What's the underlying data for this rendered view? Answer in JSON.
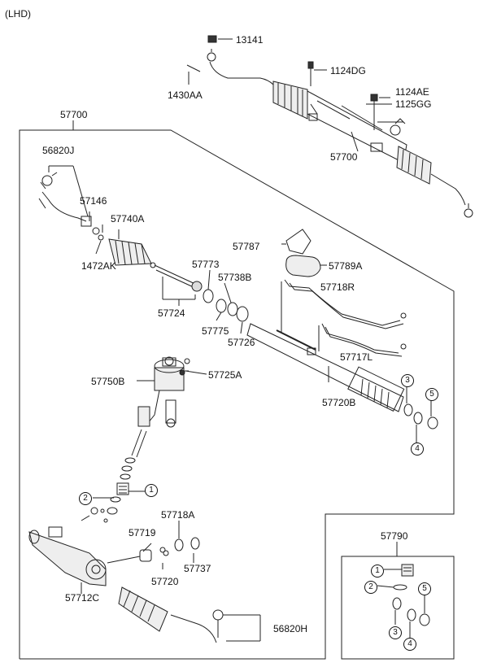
{
  "header": {
    "variant": "(LHD)"
  },
  "parts": {
    "p13141": "13141",
    "p1430AA": "1430AA",
    "p1124DG": "1124DG",
    "p1124AE": "1124AE",
    "p1125GG": "1125GG",
    "p57700_top": "57700",
    "p57700_box": "57700",
    "p56820J": "56820J",
    "p57146": "57146",
    "p57740A": "57740A",
    "p1472AK": "1472AK",
    "p57787": "57787",
    "p57789A": "57789A",
    "p57773": "57773",
    "p57738B": "57738B",
    "p57718R": "57718R",
    "p57724": "57724",
    "p57775": "57775",
    "p57726": "57726",
    "p57717L": "57717L",
    "p57750B": "57750B",
    "p57725A": "57725A",
    "p57720B": "57720B",
    "p57718A": "57718A",
    "p57719": "57719",
    "p57737": "57737",
    "p57720": "57720",
    "p57712C": "57712C",
    "p56820H": "56820H",
    "p57790": "57790"
  },
  "callouts": {
    "c1": "1",
    "c2": "2",
    "c3": "3",
    "c4": "4",
    "c5": "5",
    "k1": "1",
    "k2": "2",
    "k3": "3",
    "k4": "4",
    "k5": "5"
  }
}
